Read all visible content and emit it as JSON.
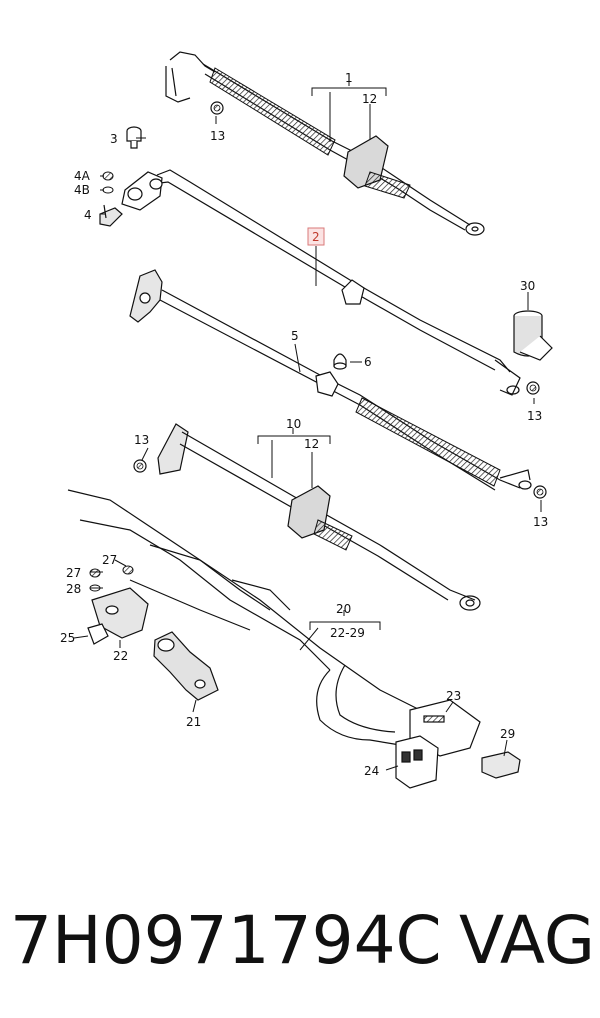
{
  "diagram": {
    "labels": {
      "l1": "1",
      "l12a": "12",
      "l13a": "13",
      "l3": "3",
      "l4a": "4A",
      "l4b": "4B",
      "l4": "4",
      "l2": "2",
      "l30": "30",
      "l5": "5",
      "l6": "6",
      "l13b": "13",
      "l13c": "13",
      "l10": "10",
      "l12b": "12",
      "l13d": "13",
      "l27a": "27",
      "l27b": "27",
      "l28": "28",
      "l25": "25",
      "l22": "22",
      "l21": "21",
      "l20": "20",
      "l2229": "22-29",
      "l23": "23",
      "l29": "29",
      "l24": "24"
    },
    "highlight_color": "#c0392b"
  },
  "caption": {
    "part_number": "7H0971794C",
    "brand": "VAG"
  }
}
